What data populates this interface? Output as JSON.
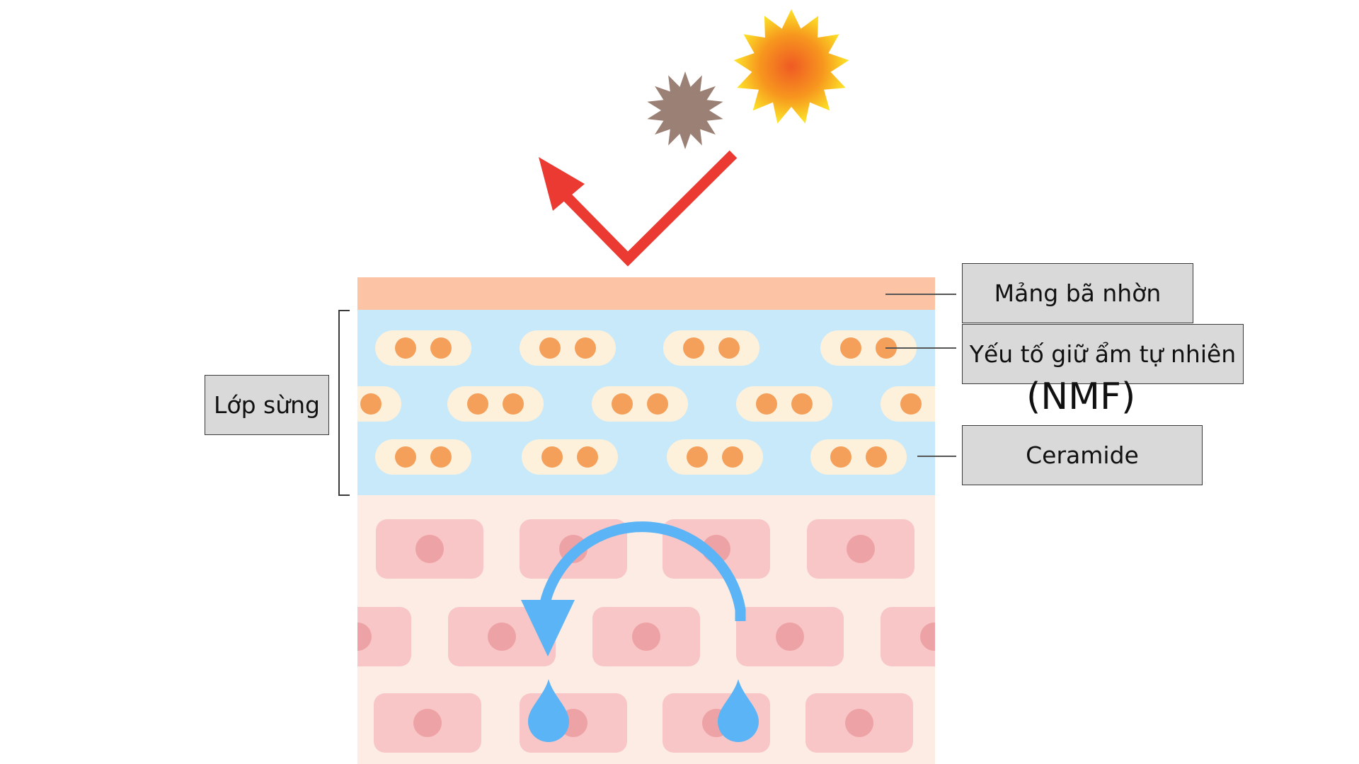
{
  "labels": {
    "sebum": "Mảng bã nhờn",
    "nmf": "Yếu tố giữ ẩm tự nhiên",
    "nmf_suffix": "(NMF)",
    "ceramide": "Ceramide",
    "stratum": "Lớp sừng"
  },
  "icons": {
    "sun": "sun-icon",
    "pollutant": "pollutant-icon",
    "deflect_arrow": "deflect-arrow-icon",
    "moisture_arrow": "moisture-circulation-arrow-icon",
    "water_drop": "water-drop-icon"
  },
  "colors": {
    "sebum_layer": "#fcc4a4",
    "stratum_layer": "#c7e9fa",
    "ceramide_pill": "#fdf1dc",
    "nmf_dot": "#f5a05a",
    "epidermis_bg": "#fdece4",
    "cell": "#f8c6c6",
    "cell_nucleus": "#eda2a6",
    "red_arrow": "#ea3a32",
    "blue_arrow": "#5ab4f5",
    "pollutant": "#9b8175",
    "sun_core": "#ef5a24",
    "sun_edge": "#fce428"
  }
}
